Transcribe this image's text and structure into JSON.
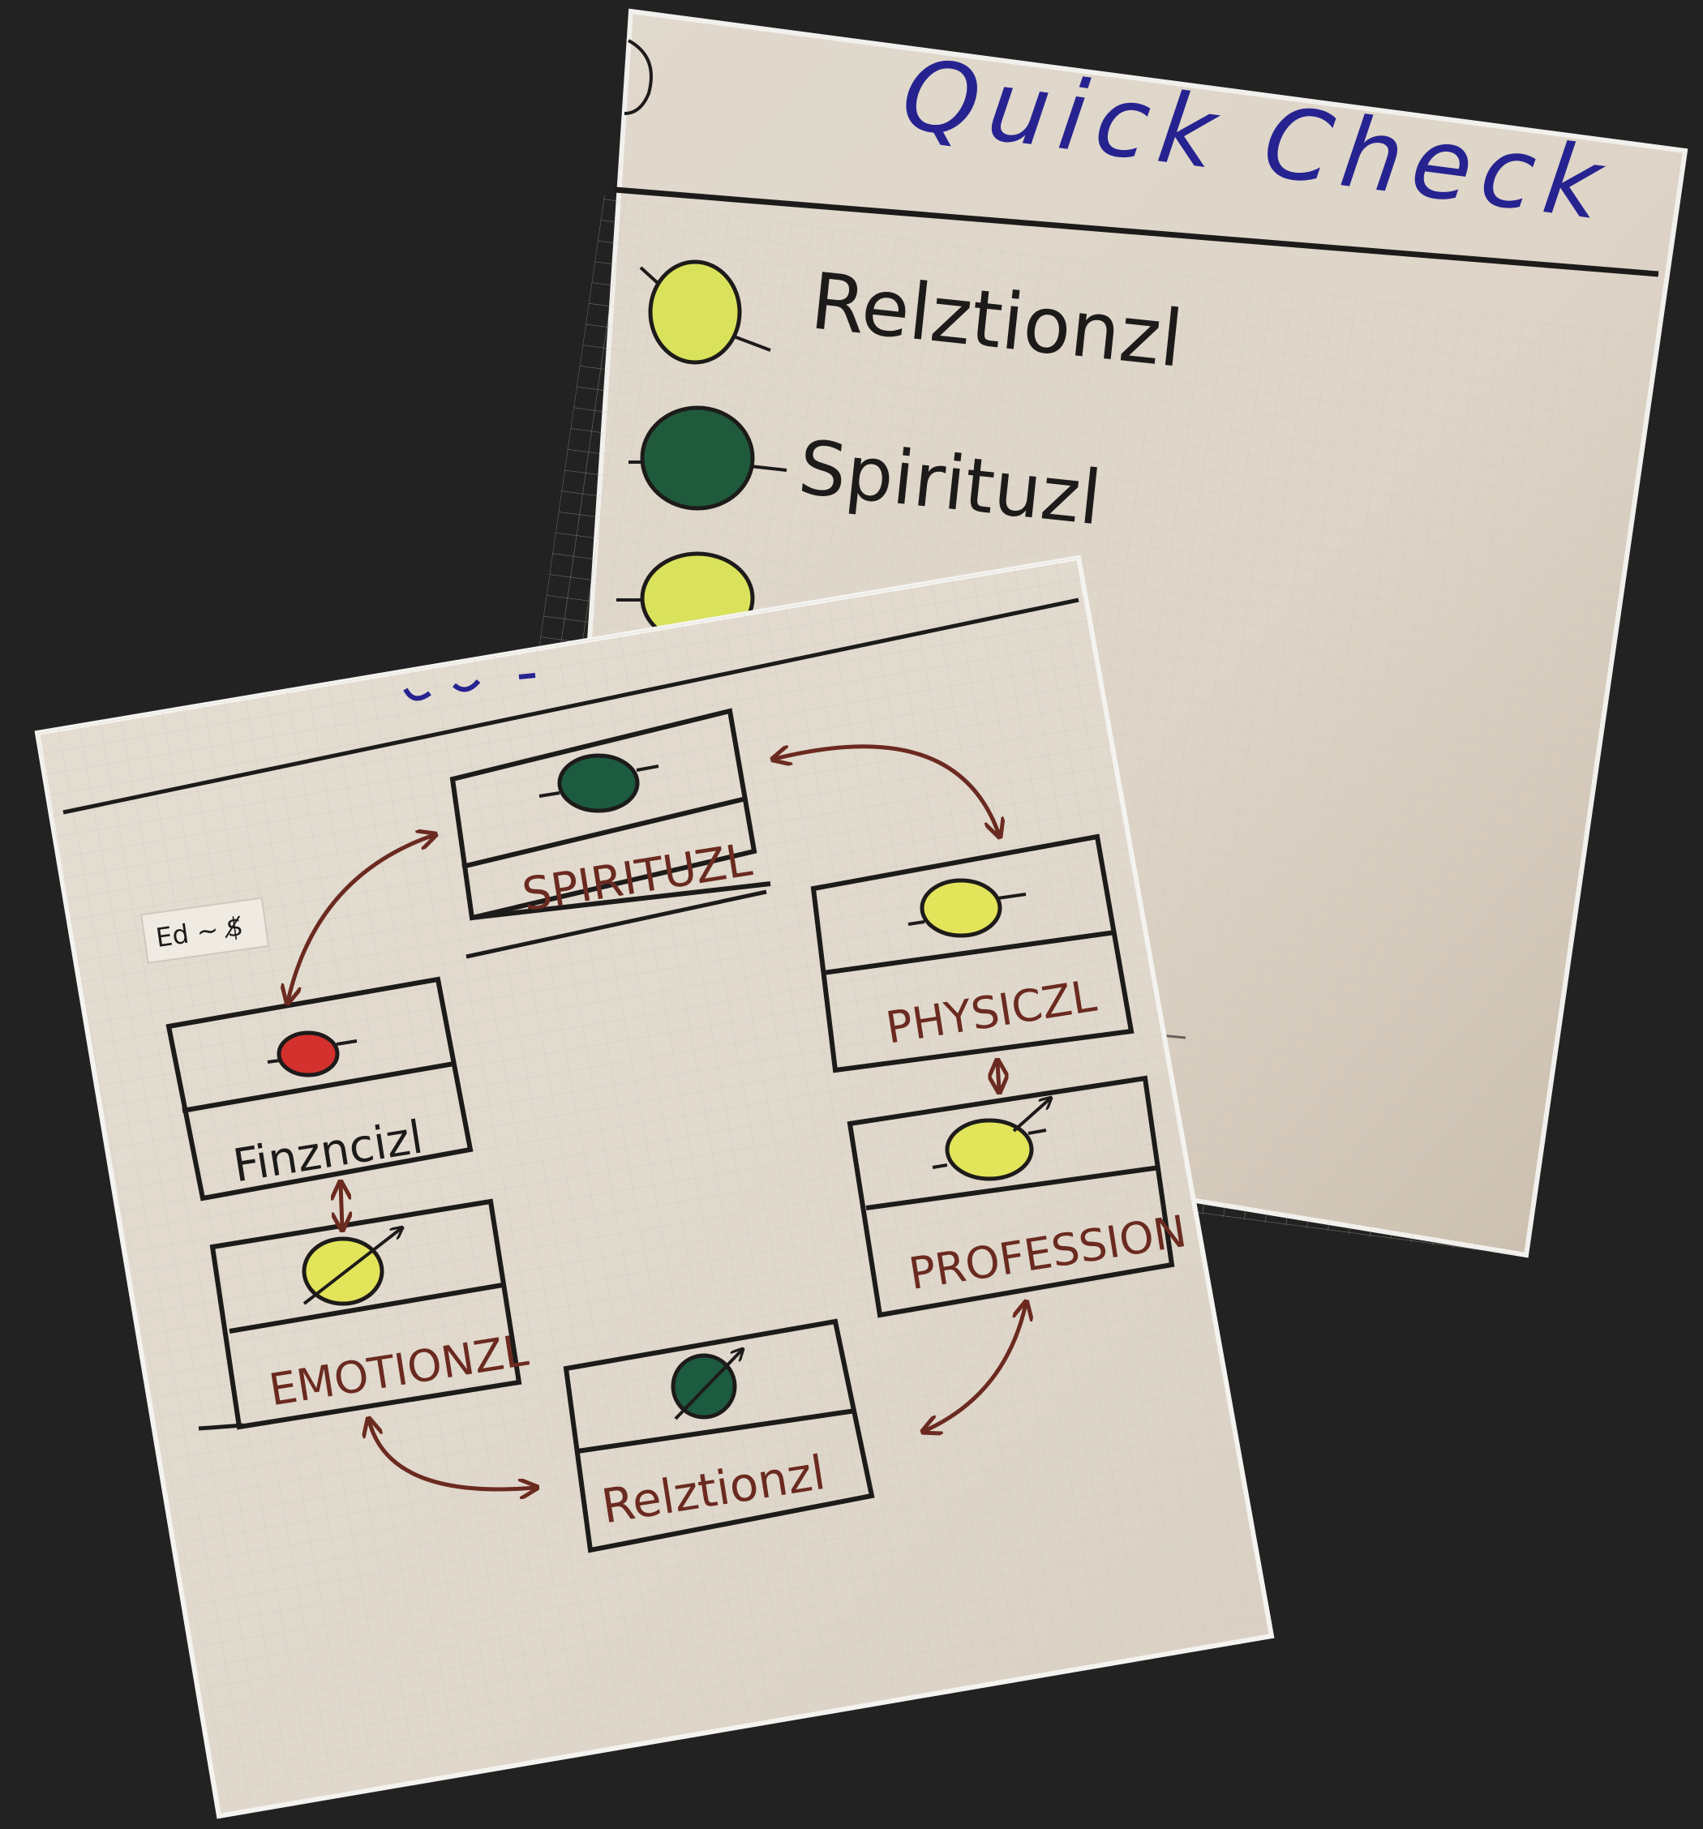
{
  "back_sheet": {
    "title": "Quick Check",
    "items": [
      {
        "label": "Relztionzl",
        "color": "#d9e25a"
      },
      {
        "label": "Spirituzl",
        "color": "#1f5a3c"
      },
      {
        "label": "",
        "color": "#d9e25a"
      }
    ]
  },
  "front_sheet": {
    "note": "Ed ~ $̸",
    "boxes": [
      {
        "label": "SPIRITUZL",
        "status_color": "#1c5b40"
      },
      {
        "label": "PHYSICZL",
        "status_color": "#e2e45a"
      },
      {
        "label": "Finzncizl",
        "status_color": "#d3302e"
      },
      {
        "label": "PROFESSION",
        "status_color": "#e2e45a"
      },
      {
        "label": "EMOTIONZL",
        "status_color": "#e2e45a"
      },
      {
        "label": "Relztionzl",
        "status_color": "#1c5b40"
      }
    ]
  },
  "colors": {
    "background": "#222222",
    "paper": "#e3ddd2",
    "paper_shadow": "#d2c8ba",
    "ink_black": "#1d1b1a",
    "ink_blue": "#262391",
    "ink_brown": "#6b2a20",
    "grid": "#c9c3b8"
  }
}
